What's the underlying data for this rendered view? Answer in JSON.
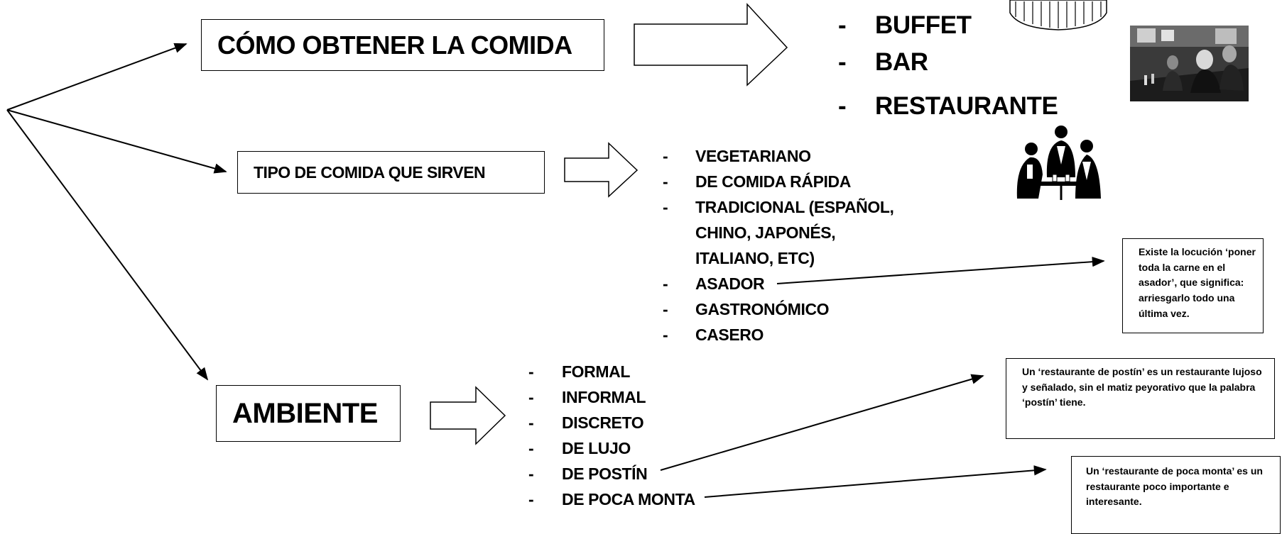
{
  "colors": {
    "ink": "#000000",
    "paper": "#ffffff"
  },
  "sections": {
    "obtain": {
      "title": "CÓMO OBTENER LA COMIDA",
      "items": [
        "BUFFET",
        "BAR",
        "RESTAURANTE"
      ]
    },
    "type": {
      "title": "TIPO DE COMIDA QUE SIRVEN",
      "items": [
        "VEGETARIANO",
        "DE COMIDA RÁPIDA",
        "TRADICIONAL (ESPAÑOL,",
        "CHINO, JAPONÉS,",
        "ITALIANO, ETC)",
        "ASADOR",
        "GASTRONÓMICO",
        "CASERO"
      ]
    },
    "ambience": {
      "title": "AMBIENTE",
      "items": [
        "FORMAL",
        "INFORMAL",
        "DISCRETO",
        "DE LUJO",
        "DE POSTÍN",
        "DE POCA MONTA"
      ]
    }
  },
  "list_marker": "-",
  "notes": {
    "asador": "Existe la locución ‘poner toda la carne en el asador’, que significa: arriesgarlo todo una última vez.",
    "postin": "Un ‘restaurante de postín’ es un restaurante lujoso y señalado, sin el matiz peyorativo que la palabra ‘postín’ tiene.",
    "poca_monta": "Un ‘restaurante de poca monta’ es un restaurante poco importante e interesante."
  },
  "images": [
    "buffet-illustration",
    "bar-photo",
    "waiters-illustration"
  ]
}
